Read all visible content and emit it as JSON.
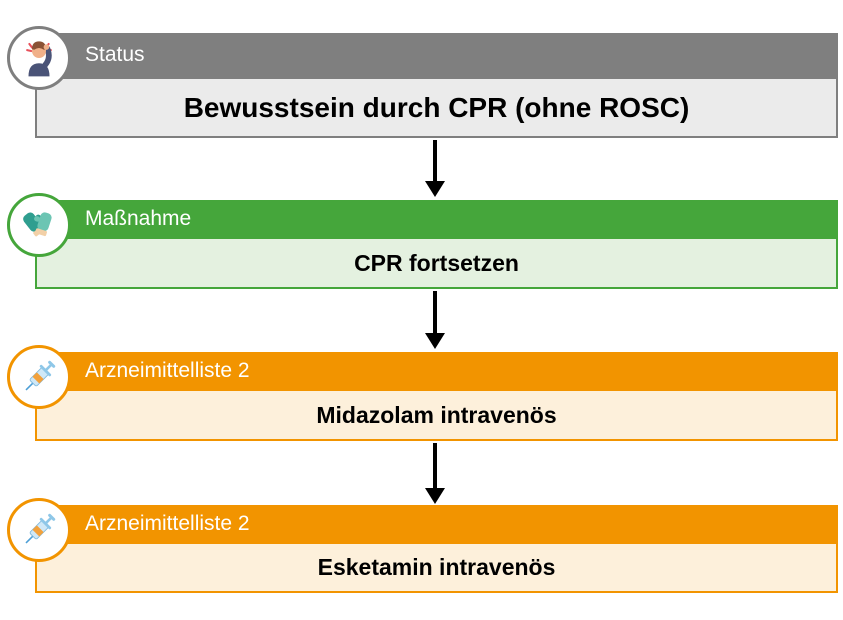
{
  "flowchart": {
    "background": "#FFFFFF",
    "arrow_color": "#000000",
    "steps": [
      {
        "header": "Status",
        "content": "Bewusstsein durch CPR (ohne ROSC)",
        "icon": "dizzy-person-icon",
        "colors": {
          "header_bg": "#7F7F7F",
          "header_text": "#FFFFFF",
          "content_bg": "#EBEBEB",
          "border": "#7F7F7F",
          "content_text": "#000000"
        }
      },
      {
        "header": "Maßnahme",
        "content": "CPR fortsetzen",
        "icon": "medical-gloves-icon",
        "colors": {
          "header_bg": "#45A63B",
          "header_text": "#FFFFFF",
          "content_bg": "#E4F1E0",
          "border": "#45A63B",
          "content_text": "#000000"
        }
      },
      {
        "header": "Arzneimittelliste 2",
        "content": "Midazolam intravenös",
        "icon": "syringe-icon",
        "colors": {
          "header_bg": "#F29400",
          "header_text": "#FFFFFF",
          "content_bg": "#FDF0DB",
          "border": "#F29400",
          "content_text": "#000000"
        }
      },
      {
        "header": "Arzneimittelliste 2",
        "content": "Esketamin intravenös",
        "icon": "syringe-icon",
        "colors": {
          "header_bg": "#F29400",
          "header_text": "#FFFFFF",
          "content_bg": "#FDF0DB",
          "border": "#F29400",
          "content_text": "#000000"
        }
      }
    ]
  }
}
